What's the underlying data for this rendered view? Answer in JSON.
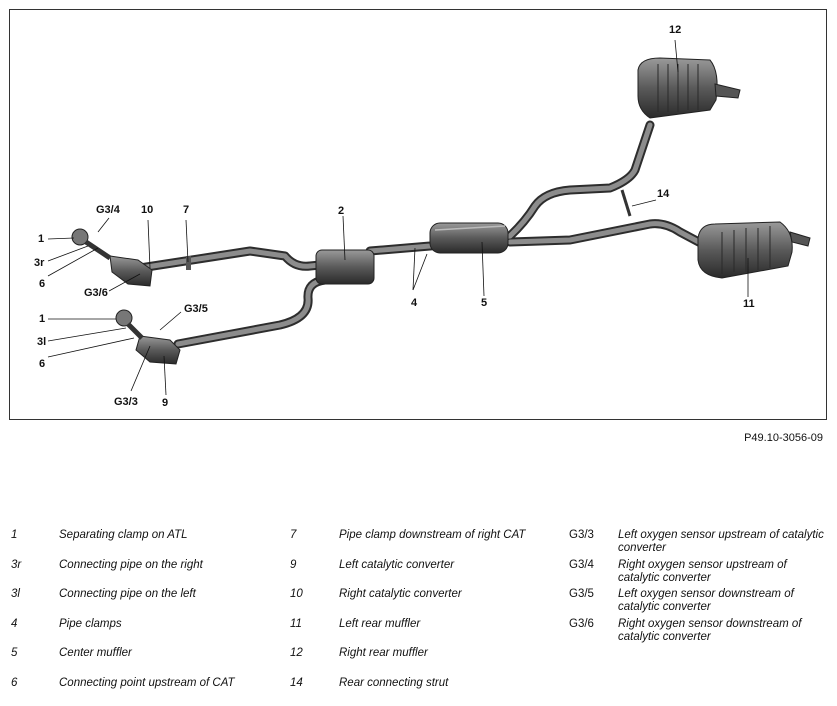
{
  "figure": {
    "callouts": {
      "n12": "12",
      "n14": "14",
      "n2": "2",
      "n7": "7",
      "n10": "10",
      "g34": "G3/4",
      "n1a": "1",
      "n3r": "3r",
      "n6a": "6",
      "g36": "G3/6",
      "n1b": "1",
      "g35": "G3/5",
      "n3l": "3l",
      "n6b": "6",
      "g33": "G3/3",
      "n9": "9",
      "n4": "4",
      "n5": "5",
      "n11": "11"
    },
    "reference": "P49.10-3056-09"
  },
  "legend": {
    "rows": [
      {
        "k1": "1",
        "t1": "Separating clamp on ATL",
        "k2": "7",
        "t2": "Pipe clamp downstream of right CAT",
        "k3": "G3/3",
        "t3": "Left oxygen sensor upstream of catalytic converter"
      },
      {
        "k1": "3r",
        "t1": "Connecting pipe on the right",
        "k2": "9",
        "t2": "Left catalytic converter",
        "k3": "G3/4",
        "t3": "Right oxygen sensor upstream of catalytic converter"
      },
      {
        "k1": "3l",
        "t1": "Connecting pipe on the left",
        "k2": "10",
        "t2": "Right catalytic converter",
        "k3": "G3/5",
        "t3": "Left oxygen sensor downstream of catalytic converter"
      },
      {
        "k1": "4",
        "t1": "Pipe clamps",
        "k2": "11",
        "t2": "Left rear muffler",
        "k3": "G3/6",
        "t3": "Right oxygen sensor downstream of catalytic converter"
      },
      {
        "k1": "5",
        "t1": "Center muffler",
        "k2": "12",
        "t2": "Right rear muffler",
        "k3": "",
        "t3": ""
      },
      {
        "k1": "6",
        "t1": "Connecting point upstream of CAT",
        "k2": "14",
        "t2": "Rear connecting strut",
        "k3": "",
        "t3": ""
      }
    ]
  }
}
